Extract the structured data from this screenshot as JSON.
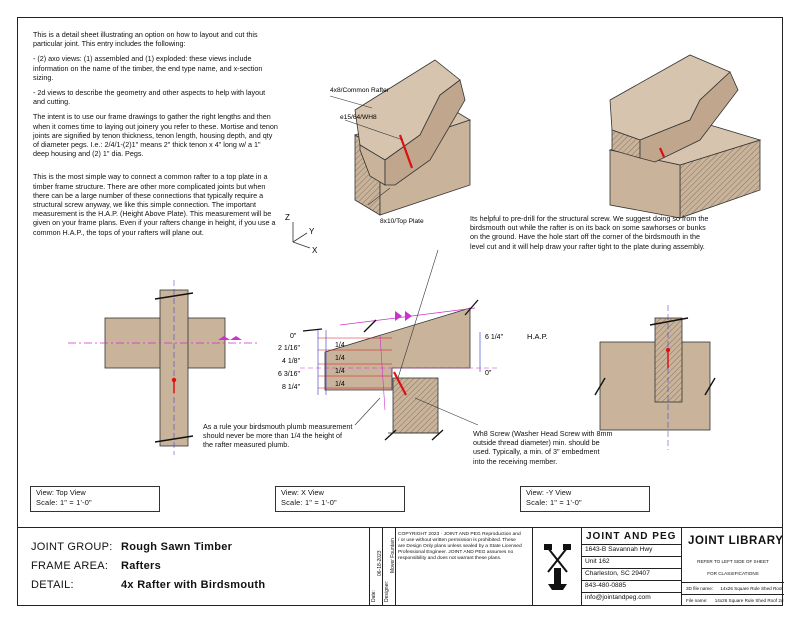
{
  "intro": {
    "p1": "This is a detail sheet illustrating an option on how to layout and cut this particular joint. This entry includes the following:",
    "p2": "- (2) axo views: (1) assembled and (1) exploded: these views include information on the name of the timber, the end type name, and x-section sizing.",
    "p3": "- 2d views to describe the geometry and other aspects to help with layout and cutting.",
    "p4": "The intent is to use our frame drawings to gather the right lengths and then when it comes time to laying out joinery you refer to these. Mortise and tenon joints are signified by tenon thickness, tenon length, housing depth, and qty of diameter pegs. I.e.: 2/4/1-(2)1\" means 2\" thick tenon x 4\" long w/ a 1\" deep housing and (2) 1\" dia. Pegs.",
    "p5": "This is the most simple way to connect a common rafter to a top plate in a timber frame structure. There are other more complicated joints but when there can be a large number of these connections that typically require a structural screw anyway, we like this simple connection. The important measurement is the H.A.P. (Height Above Plate). This measurement will be given on your frame plans. Even if your rafters change in height, if you use a common H.A.P., the tops of your rafters will plane out."
  },
  "axo_labels": {
    "rafter": "4x8/Common Rafter",
    "end_type": "e15/64/WH8",
    "plate": "8x10/Top Plate"
  },
  "axes": {
    "z": "Z",
    "y": "Y",
    "x": "X"
  },
  "notes": {
    "predrill": "Its helpful to pre-drill for the structural screw. We suggest doing so from the birdsmouth out while the rafter is on its back on some sawhorses or bunks on the ground. Have the hole start off the corner of the birdsmouth in the level cut and it will help draw your rafter tight to the plate during assembly.",
    "plumb": "As a rule your birdsmouth plumb measurement should never be more than 1/4 the height of the rafter measured plumb.",
    "screw": "Wh8 Screw (Washer Head Screw with 8mm outside thread diameter) min. should be used. Typically, a min. of 3\" embedment into the receiving member."
  },
  "dimensions": {
    "left": [
      "0\"",
      "2 1/16\"",
      "4 1/8\"",
      "6 3/16\"",
      "8 1/4\""
    ],
    "quarters": [
      "1/4",
      "1/4",
      "1/4",
      "1/4"
    ],
    "right_top": "6 1/4\"",
    "right_bottom": "0\"",
    "hap": "H.A.P."
  },
  "views": {
    "top": {
      "name": "View: Top View",
      "scale": "Scale:  1\" = 1'-0\""
    },
    "x": {
      "name": "View: X View",
      "scale": "Scale:  1\" = 1'-0\""
    },
    "y": {
      "name": "View: -Y View",
      "scale": "Scale:  1\" = 1'-0\""
    }
  },
  "title_block": {
    "group_key": "JOINT GROUP:",
    "group_val": "Rough Sawn Timber",
    "area_key": "FRAME AREA:",
    "area_val": "Rafters",
    "detail_key": "DETAIL:",
    "detail_val": "4x Rafter with Birdsmouth",
    "date_label": "Date:",
    "date_val": "06-18-2023",
    "designer_label": "Designer:",
    "designer_val": "Mover Fountain",
    "copyright": "COPYRIGHT 2023 · JOINT AND PEG Reproduction and / or use without written permission is prohibited. These are Design Only plans unless sealed by a State Licensed Professional Engineer. JOINT AND PEG assumes no responsibility and does not warrant these plans.",
    "company": "JOINT AND PEG",
    "addr1": "1643-B Savannah Hwy",
    "addr2": "Unit 162",
    "addr3": "Charleston, SC 29407",
    "phone": "843-480-0885",
    "email": "info@jointandpeg.com",
    "library": "JOINT LIBRARY",
    "lib_sub1": "REFER TO LEFT SIDE OF SHEET",
    "lib_sub2": "FOR CLASSIFICATIONS",
    "file_label": "3D file name:",
    "file_val": "14x26 Square Rule Shed Roof",
    "file2_label": "File name:",
    "file2_val": "14x26 Square Rule Shed Roof 2d"
  },
  "colors": {
    "wood": "#c9b39b",
    "wood_dark": "#b09a82",
    "magenta": "#cc33cc",
    "blue": "#3333cc",
    "red": "#dd1111"
  }
}
